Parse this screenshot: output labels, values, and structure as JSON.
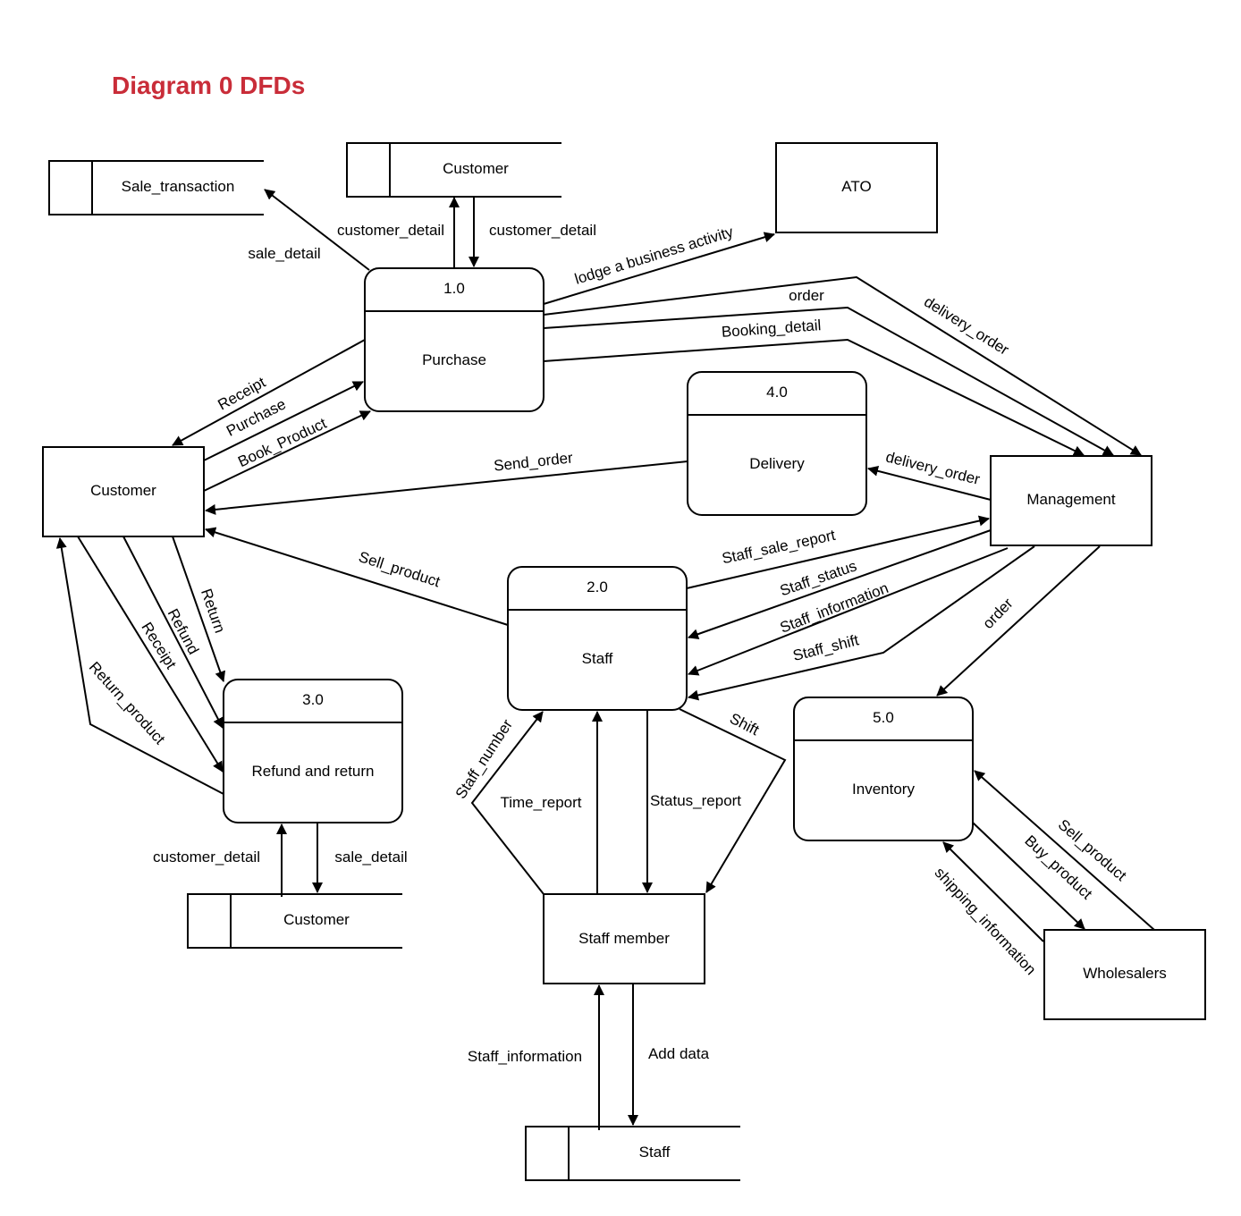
{
  "title": "Diagram 0 DFDs",
  "colors": {
    "title": "#c92d39",
    "stroke": "#000000"
  },
  "processes": [
    {
      "id": "p1",
      "number": "1.0",
      "name": "Purchase"
    },
    {
      "id": "p2",
      "number": "2.0",
      "name": "Staff"
    },
    {
      "id": "p3",
      "number": "3.0",
      "name": "Refund and return"
    },
    {
      "id": "p4",
      "number": "4.0",
      "name": "Delivery"
    },
    {
      "id": "p5",
      "number": "5.0",
      "name": "Inventory"
    }
  ],
  "entities": [
    {
      "id": "e_customer",
      "name": "Customer"
    },
    {
      "id": "e_ato",
      "name": "ATO"
    },
    {
      "id": "e_management",
      "name": "Management"
    },
    {
      "id": "e_staff_member",
      "name": "Staff member"
    },
    {
      "id": "e_wholesalers",
      "name": "Wholesalers"
    }
  ],
  "datastores": [
    {
      "id": "d_sale_transaction",
      "name": "Sale_transaction"
    },
    {
      "id": "d_customer_top",
      "name": "Customer"
    },
    {
      "id": "d_customer_bottom",
      "name": "Customer"
    },
    {
      "id": "d_staff",
      "name": "Staff"
    }
  ],
  "flows": [
    {
      "id": "f1",
      "label": "sale_detail",
      "from": "1.0 Purchase",
      "to": "Sale_transaction"
    },
    {
      "id": "f2",
      "label": "customer_detail",
      "from": "1.0 Purchase",
      "to": "Customer (store)"
    },
    {
      "id": "f3",
      "label": "customer_detail",
      "from": "Customer (store)",
      "to": "1.0 Purchase"
    },
    {
      "id": "f4",
      "label": "lodge a business activity",
      "from": "1.0 Purchase",
      "to": "ATO"
    },
    {
      "id": "f5",
      "label": "delivery_order",
      "from": "1.0 Purchase",
      "to": "Management"
    },
    {
      "id": "f6",
      "label": "order",
      "from": "1.0 Purchase",
      "to": "Management"
    },
    {
      "id": "f7",
      "label": "Booking_detail",
      "from": "1.0 Purchase",
      "to": "Management"
    },
    {
      "id": "f8",
      "label": "Receipt",
      "from": "1.0 Purchase",
      "to": "Customer"
    },
    {
      "id": "f9",
      "label": "Purchase",
      "from": "Customer",
      "to": "1.0 Purchase"
    },
    {
      "id": "f10",
      "label": "Book_Product",
      "from": "Customer",
      "to": "1.0 Purchase"
    },
    {
      "id": "f11",
      "label": "Send_order",
      "from": "4.0 Delivery",
      "to": "Customer"
    },
    {
      "id": "f12",
      "label": "delivery_order",
      "from": "Management",
      "to": "4.0 Delivery"
    },
    {
      "id": "f13",
      "label": "Sell_product",
      "from": "2.0 Staff",
      "to": "Customer"
    },
    {
      "id": "f14",
      "label": "Staff_sale_report",
      "from": "2.0 Staff",
      "to": "Management"
    },
    {
      "id": "f15",
      "label": "Staff_status",
      "from": "Management",
      "to": "2.0 Staff"
    },
    {
      "id": "f16",
      "label": "Staff_information",
      "from": "Management",
      "to": "2.0 Staff"
    },
    {
      "id": "f17",
      "label": "Staff_shift",
      "from": "Management",
      "to": "2.0 Staff"
    },
    {
      "id": "f18",
      "label": "order",
      "from": "Management",
      "to": "5.0 Inventory"
    },
    {
      "id": "f19",
      "label": "Return",
      "from": "Customer",
      "to": "3.0 Refund and return"
    },
    {
      "id": "f20",
      "label": "Refund",
      "from": "Customer",
      "to": "3.0 Refund and return"
    },
    {
      "id": "f21",
      "label": "Receipt",
      "from": "Customer",
      "to": "3.0 Refund and return"
    },
    {
      "id": "f22",
      "label": "Return_product",
      "from": "3.0 Refund and return",
      "to": "Customer"
    },
    {
      "id": "f23",
      "label": "customer_detail",
      "from": "Customer (store)",
      "to": "3.0 Refund and return"
    },
    {
      "id": "f24",
      "label": "sale_detail",
      "from": "3.0 Refund and return",
      "to": "Customer (store)"
    },
    {
      "id": "f25",
      "label": "Staff_number",
      "from": "Staff member",
      "to": "2.0 Staff"
    },
    {
      "id": "f26",
      "label": "Time_report",
      "from": "Staff member",
      "to": "2.0 Staff"
    },
    {
      "id": "f27",
      "label": "Status_report",
      "from": "2.0 Staff",
      "to": "Staff member"
    },
    {
      "id": "f28",
      "label": "Shift",
      "from": "2.0 Staff",
      "to": "Staff member"
    },
    {
      "id": "f29",
      "label": "Staff_information",
      "from": "Staff (store)",
      "to": "Staff member"
    },
    {
      "id": "f30",
      "label": "Add data",
      "from": "Staff member",
      "to": "Staff (store)"
    },
    {
      "id": "f31",
      "label": "Sell_product",
      "from": "Wholesalers",
      "to": "5.0 Inventory"
    },
    {
      "id": "f32",
      "label": "Buy_product",
      "from": "5.0 Inventory",
      "to": "Wholesalers"
    },
    {
      "id": "f33",
      "label": "shipping_information",
      "from": "Wholesalers",
      "to": "5.0 Inventory"
    }
  ]
}
